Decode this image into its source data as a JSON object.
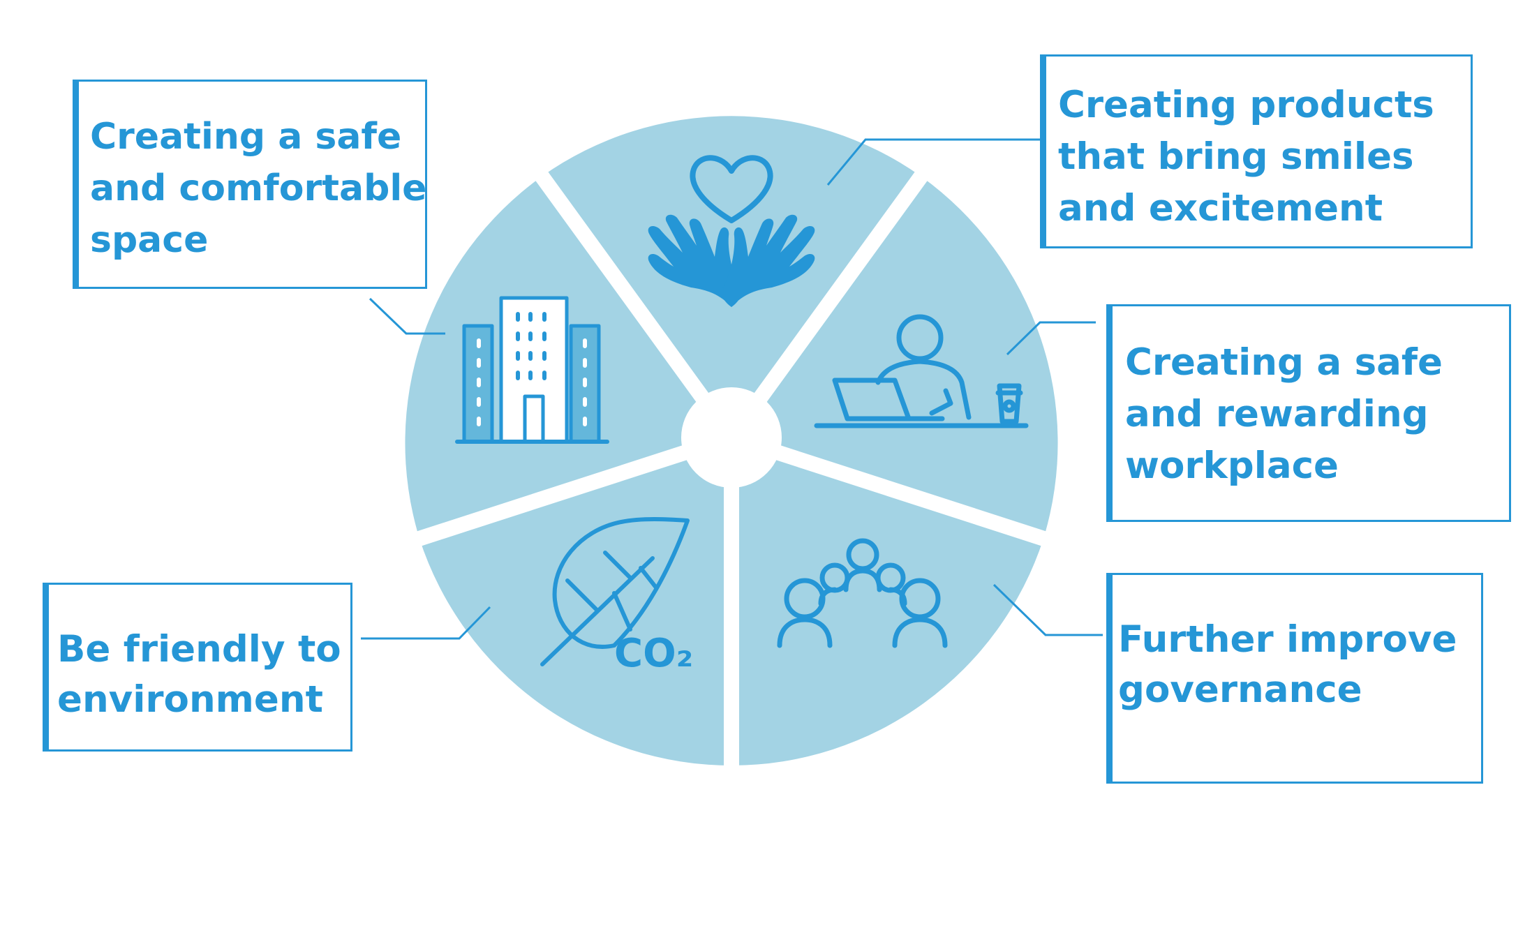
{
  "diagram": {
    "colors": {
      "pie_fill": "#a3d3e4",
      "accent_blue": "#2596d6",
      "background": "#ffffff"
    },
    "segments": [
      {
        "id": "products",
        "icon": "hands-heart-icon",
        "label_lines": [
          "Creating products",
          "that bring smiles",
          "and excitement"
        ]
      },
      {
        "id": "workplace",
        "icon": "person-laptop-icon",
        "label_lines": [
          "Creating a safe",
          "and rewarding",
          "workplace"
        ]
      },
      {
        "id": "governance",
        "icon": "people-group-icon",
        "label_lines": [
          "Further improve",
          "governance"
        ]
      },
      {
        "id": "environment",
        "icon": "leaf-co2-icon",
        "co2_text": "CO₂",
        "label_lines": [
          "Be friendly to",
          "environment"
        ]
      },
      {
        "id": "space",
        "icon": "buildings-icon",
        "label_lines": [
          "Creating a safe",
          "and comfortable",
          "space"
        ]
      }
    ]
  }
}
